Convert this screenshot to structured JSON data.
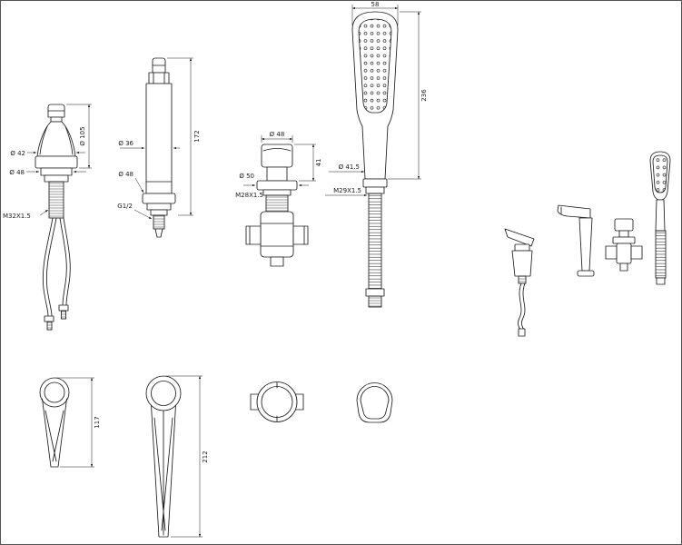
{
  "drawing": {
    "background": "#ffffff",
    "line_color": "#1c1c1c",
    "spout_unit": {
      "labels": {
        "dia_body": "Ø 42",
        "dia_overall": "Ø 105",
        "dia_base": "Ø 48",
        "thread": "M32X1.5"
      }
    },
    "spout_column": {
      "labels": {
        "height": "172",
        "dia_body": "Ø 36",
        "dia_base": "Ø 48",
        "thread": "G1/2"
      }
    },
    "diverter": {
      "labels": {
        "dia_knob": "Ø 48",
        "knob_height": "41",
        "dia_flange": "Ø 50",
        "thread": "M28X1.5"
      }
    },
    "handshower": {
      "labels": {
        "head_width": "58",
        "length": "236",
        "dia_handle": "Ø 41.5",
        "thread": "M29X1.5"
      }
    },
    "handle_front": {
      "labels": {
        "length": "117"
      }
    },
    "handle_side": {
      "labels": {
        "length": "212"
      }
    }
  }
}
